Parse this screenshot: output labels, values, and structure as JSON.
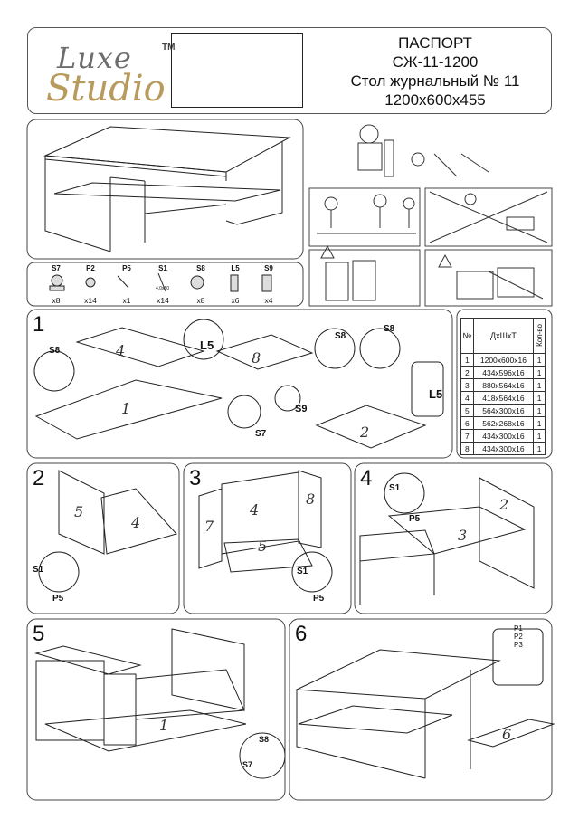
{
  "header": {
    "logo_top": "Luxe",
    "logo_bottom": "Studio",
    "logo_tm": "TM",
    "title_lines": [
      "ПАСПОРТ",
      "СЖ-11-1200",
      "Стол журнальный № 11",
      "1200х600х455"
    ]
  },
  "hardware": [
    {
      "code": "S7",
      "qty": "x8"
    },
    {
      "code": "P2",
      "qty": "x14"
    },
    {
      "code": "P5",
      "qty": "x1"
    },
    {
      "code": "S1",
      "qty": "x14",
      "note": "4,0x50"
    },
    {
      "code": "S8",
      "qty": "x8"
    },
    {
      "code": "L5",
      "qty": "x6"
    },
    {
      "code": "S9",
      "qty": "x4"
    }
  ],
  "parts_table": {
    "headers": [
      "№",
      "ДхШхТ",
      "Кол-во"
    ],
    "rows": [
      [
        "1",
        "1200х600х16",
        "1"
      ],
      [
        "2",
        "434х596х16",
        "1"
      ],
      [
        "3",
        "880х564х16",
        "1"
      ],
      [
        "4",
        "418х564х16",
        "1"
      ],
      [
        "5",
        "564х300х16",
        "1"
      ],
      [
        "6",
        "562х268х16",
        "1"
      ],
      [
        "7",
        "434х300х16",
        "1"
      ],
      [
        "8",
        "434х300х16",
        "1"
      ]
    ]
  },
  "steps": {
    "step1": {
      "number": "1",
      "labels": [
        "S8",
        "L5",
        "S8",
        "S8",
        "S9",
        "S7",
        "L5"
      ],
      "parts": [
        "4",
        "8",
        "1",
        "2"
      ]
    },
    "step2": {
      "number": "2",
      "labels": [
        "S1",
        "P5"
      ],
      "parts": [
        "5",
        "4"
      ]
    },
    "step3": {
      "number": "3",
      "labels": [
        "S1",
        "P5"
      ],
      "parts": [
        "7",
        "4",
        "8",
        "5"
      ]
    },
    "step4": {
      "number": "4",
      "labels": [
        "S1",
        "P5"
      ],
      "parts": [
        "2",
        "3"
      ]
    },
    "step5": {
      "number": "5",
      "labels": [
        "S8",
        "S7"
      ],
      "parts": [
        "1"
      ]
    },
    "step6": {
      "number": "6",
      "labels": [
        "P1",
        "P2",
        "P3"
      ],
      "parts": [
        "6"
      ]
    }
  }
}
